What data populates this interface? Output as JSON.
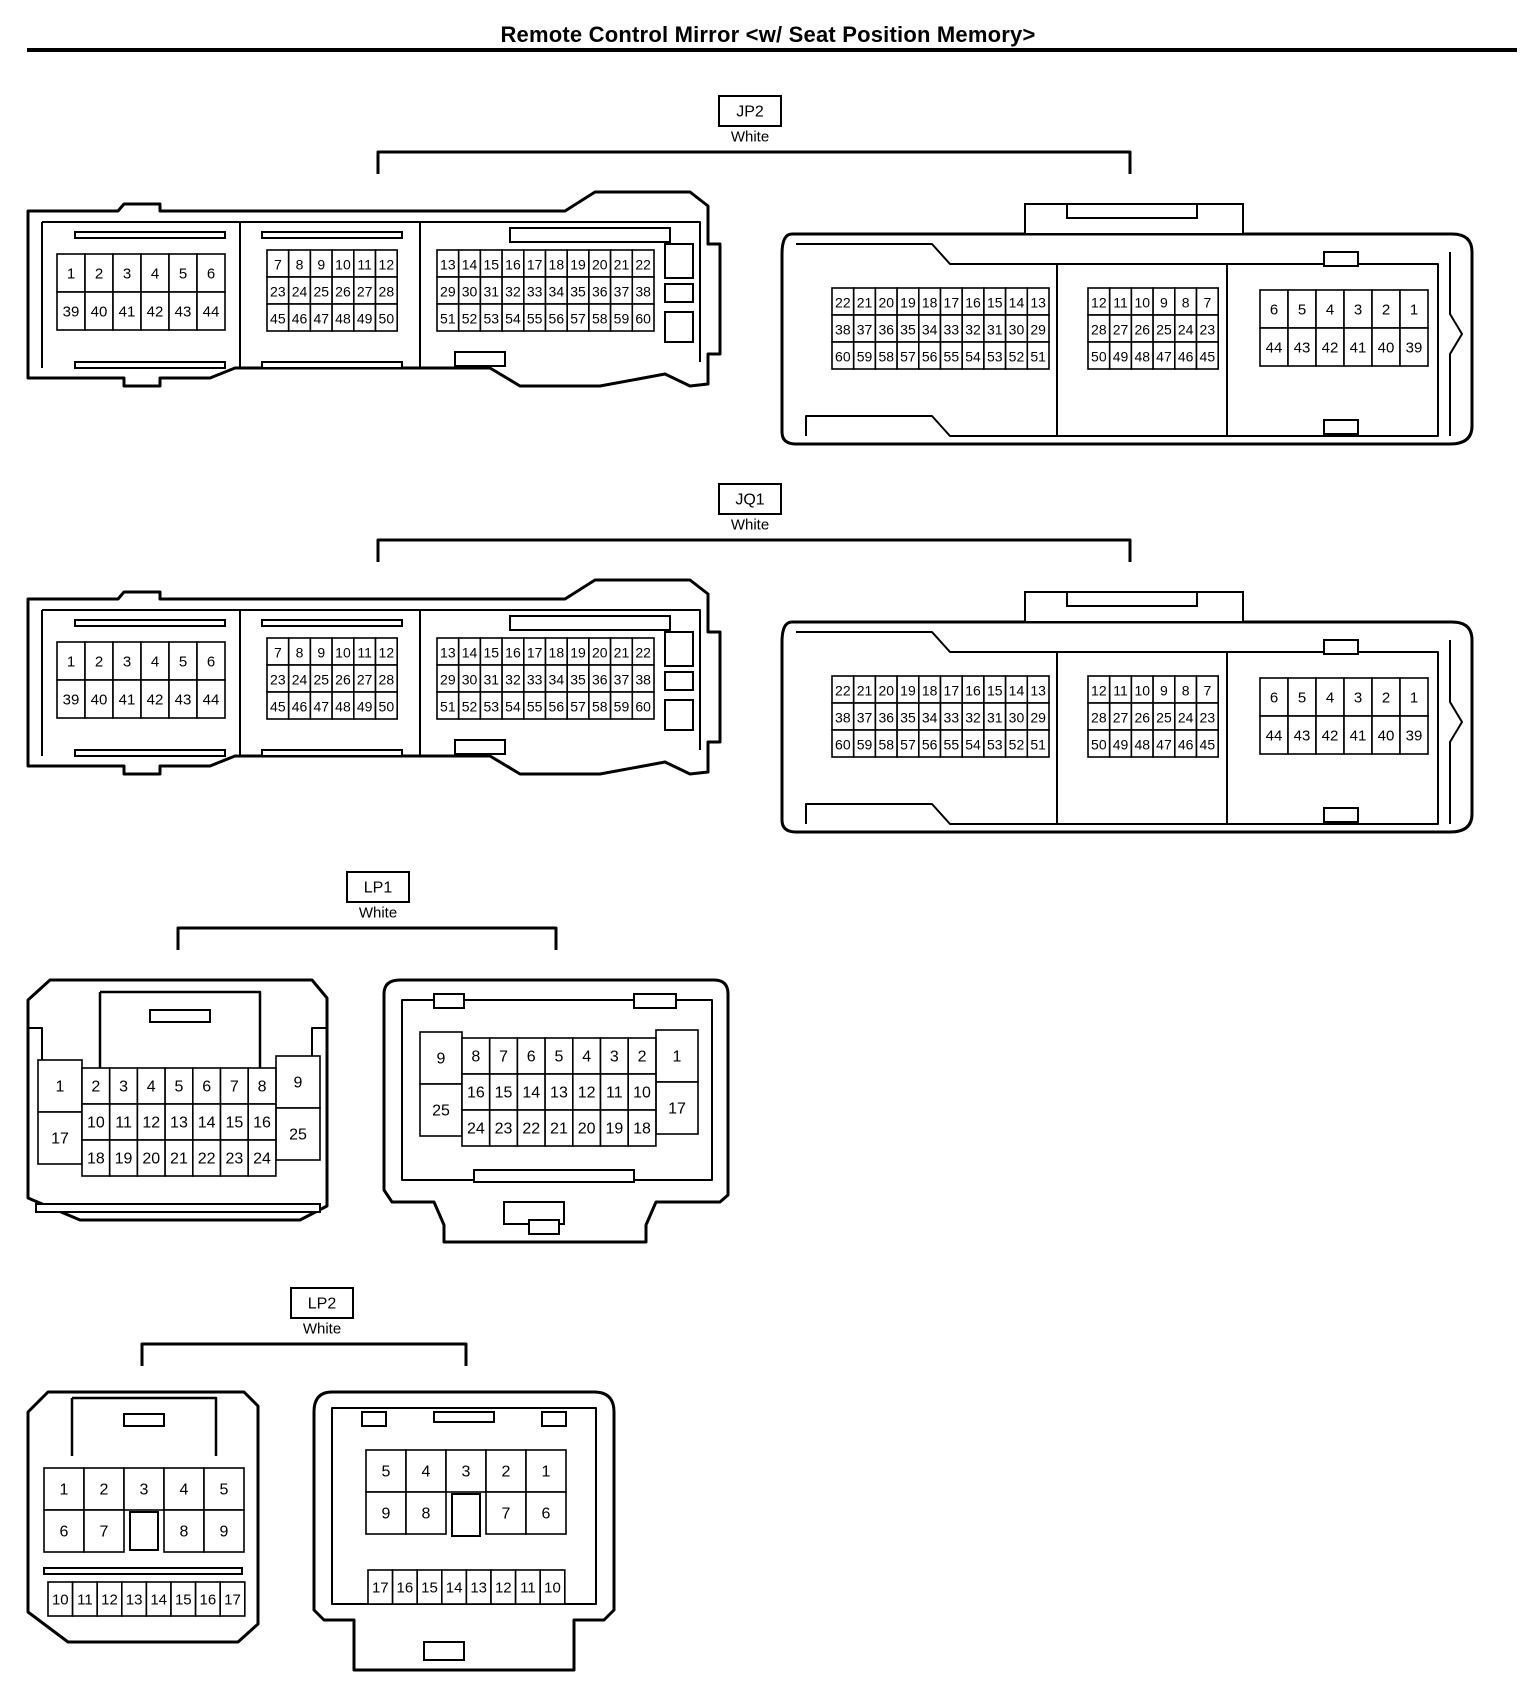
{
  "title": "Remote Control Mirror <w/ Seat Position Memory>",
  "connectors": [
    {
      "id": "JP2",
      "label": "JP2",
      "color": "White",
      "style": "large",
      "male": {
        "blocks": [
          [
            "1",
            "2",
            "3",
            "4",
            "5",
            "6",
            "39",
            "40",
            "41",
            "42",
            "43",
            "44"
          ],
          [
            "7",
            "8",
            "9",
            "10",
            "11",
            "12",
            "23",
            "24",
            "25",
            "26",
            "27",
            "28",
            "45",
            "46",
            "47",
            "48",
            "49",
            "50"
          ],
          [
            "13",
            "14",
            "15",
            "16",
            "17",
            "18",
            "19",
            "20",
            "21",
            "22",
            "29",
            "30",
            "31",
            "32",
            "33",
            "34",
            "35",
            "36",
            "37",
            "38",
            "51",
            "52",
            "53",
            "54",
            "55",
            "56",
            "57",
            "58",
            "59",
            "60"
          ]
        ]
      },
      "female": {
        "blocks": [
          [
            "22",
            "21",
            "20",
            "19",
            "18",
            "17",
            "16",
            "15",
            "14",
            "13",
            "38",
            "37",
            "36",
            "35",
            "34",
            "33",
            "32",
            "31",
            "30",
            "29",
            "60",
            "59",
            "58",
            "57",
            "56",
            "55",
            "54",
            "53",
            "52",
            "51"
          ],
          [
            "12",
            "11",
            "10",
            "9",
            "8",
            "7",
            "28",
            "27",
            "26",
            "25",
            "24",
            "23",
            "50",
            "49",
            "48",
            "47",
            "46",
            "45"
          ],
          [
            "6",
            "5",
            "4",
            "3",
            "2",
            "1",
            "44",
            "43",
            "42",
            "41",
            "40",
            "39"
          ]
        ]
      }
    },
    {
      "id": "JQ1",
      "label": "JQ1",
      "color": "White",
      "style": "large",
      "male": {
        "blocks": [
          [
            "1",
            "2",
            "3",
            "4",
            "5",
            "6",
            "39",
            "40",
            "41",
            "42",
            "43",
            "44"
          ],
          [
            "7",
            "8",
            "9",
            "10",
            "11",
            "12",
            "23",
            "24",
            "25",
            "26",
            "27",
            "28",
            "45",
            "46",
            "47",
            "48",
            "49",
            "50"
          ],
          [
            "13",
            "14",
            "15",
            "16",
            "17",
            "18",
            "19",
            "20",
            "21",
            "22",
            "29",
            "30",
            "31",
            "32",
            "33",
            "34",
            "35",
            "36",
            "37",
            "38",
            "51",
            "52",
            "53",
            "54",
            "55",
            "56",
            "57",
            "58",
            "59",
            "60"
          ]
        ]
      },
      "female": {
        "blocks": [
          [
            "22",
            "21",
            "20",
            "19",
            "18",
            "17",
            "16",
            "15",
            "14",
            "13",
            "38",
            "37",
            "36",
            "35",
            "34",
            "33",
            "32",
            "31",
            "30",
            "29",
            "60",
            "59",
            "58",
            "57",
            "56",
            "55",
            "54",
            "53",
            "52",
            "51"
          ],
          [
            "12",
            "11",
            "10",
            "9",
            "8",
            "7",
            "28",
            "27",
            "26",
            "25",
            "24",
            "23",
            "50",
            "49",
            "48",
            "47",
            "46",
            "45"
          ],
          [
            "6",
            "5",
            "4",
            "3",
            "2",
            "1",
            "44",
            "43",
            "42",
            "41",
            "40",
            "39"
          ]
        ]
      }
    },
    {
      "id": "LP1",
      "label": "LP1",
      "color": "White",
      "style": "lp1",
      "male": {
        "left": [
          "1",
          "17"
        ],
        "rows": [
          [
            "2",
            "3",
            "4",
            "5",
            "6",
            "7",
            "8"
          ],
          [
            "10",
            "11",
            "12",
            "13",
            "14",
            "15",
            "16"
          ],
          [
            "18",
            "19",
            "20",
            "21",
            "22",
            "23",
            "24"
          ]
        ],
        "right": [
          "9",
          "25"
        ]
      },
      "female": {
        "left": [
          "9",
          "25"
        ],
        "rows": [
          [
            "8",
            "7",
            "6",
            "5",
            "4",
            "3",
            "2"
          ],
          [
            "16",
            "15",
            "14",
            "13",
            "12",
            "11",
            "10"
          ],
          [
            "24",
            "23",
            "22",
            "21",
            "20",
            "19",
            "18"
          ]
        ],
        "right": [
          "1",
          "17"
        ]
      }
    },
    {
      "id": "LP2",
      "label": "LP2",
      "color": "White",
      "style": "lp2",
      "male": {
        "row1": [
          "1",
          "2",
          "3",
          "4",
          "5"
        ],
        "row2": [
          "6",
          "7",
          "",
          "8",
          "9"
        ],
        "row3": [
          "10",
          "11",
          "12",
          "13",
          "14",
          "15",
          "16",
          "17"
        ]
      },
      "female": {
        "row1": [
          "5",
          "4",
          "3",
          "2",
          "1"
        ],
        "row2": [
          "9",
          "8",
          "",
          "7",
          "6"
        ],
        "row3": [
          "17",
          "16",
          "15",
          "14",
          "13",
          "12",
          "11",
          "10"
        ]
      }
    }
  ]
}
